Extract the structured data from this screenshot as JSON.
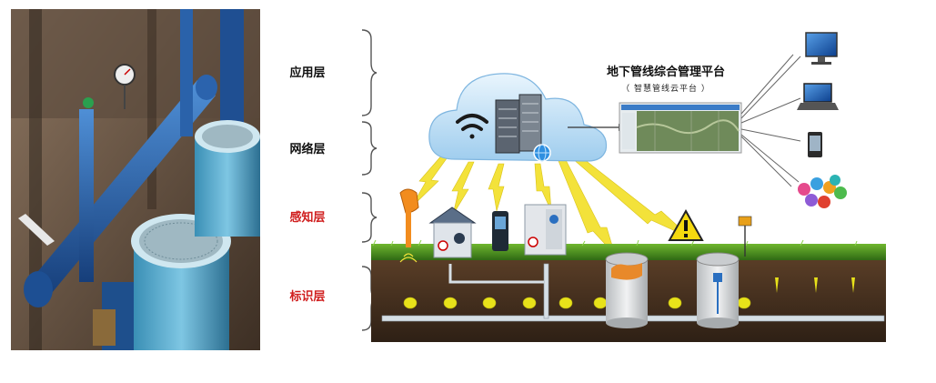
{
  "layers": [
    {
      "label": "应用层",
      "color": "#111111"
    },
    {
      "label": "网络层",
      "color": "#111111"
    },
    {
      "label": "感知层",
      "color": "#d01f1f"
    },
    {
      "label": "标识层",
      "color": "#d01f1f"
    }
  ],
  "platform": {
    "title": "地下管线综合管理平台",
    "subtitle": "（ 智慧管线云平台 ）"
  },
  "photo": {
    "subject": "pump-room-pipeline-photo"
  },
  "icons": {
    "cloud": "cloud-icon",
    "wifi": "wifi-icon",
    "server": "server-icon",
    "globe": "globe-icon",
    "monitor": "monitor-icon",
    "laptop": "laptop-icon",
    "phone": "phone-icon",
    "apps": "app-icons",
    "warning": "warning-icon",
    "sensor": "sensor-icon",
    "manhole": "manhole-icon"
  },
  "colors": {
    "grass": "#3f8a1f",
    "soil": "#4a3422",
    "pipe": "#cfd8de",
    "marker": "#e8e21a",
    "lightning": "#f3e23a",
    "cloud": "#bfe0f7",
    "label_red": "#d01f1f"
  }
}
